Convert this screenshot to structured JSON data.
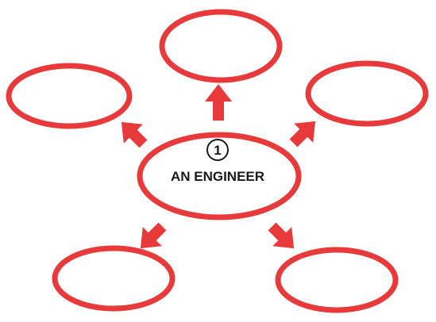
{
  "center": {
    "number": "1",
    "label": "AN ENGINEER"
  },
  "outer_nodes": [
    {
      "name": "top",
      "label": ""
    },
    {
      "name": "upper-left",
      "label": ""
    },
    {
      "name": "upper-right",
      "label": ""
    },
    {
      "name": "lower-left",
      "label": ""
    },
    {
      "name": "lower-right",
      "label": ""
    }
  ],
  "colors": {
    "oval_stroke": "#e83a3a",
    "arrow_fill": "#e83a3a",
    "text": "#1a1a1a",
    "background": "#ffffff"
  }
}
